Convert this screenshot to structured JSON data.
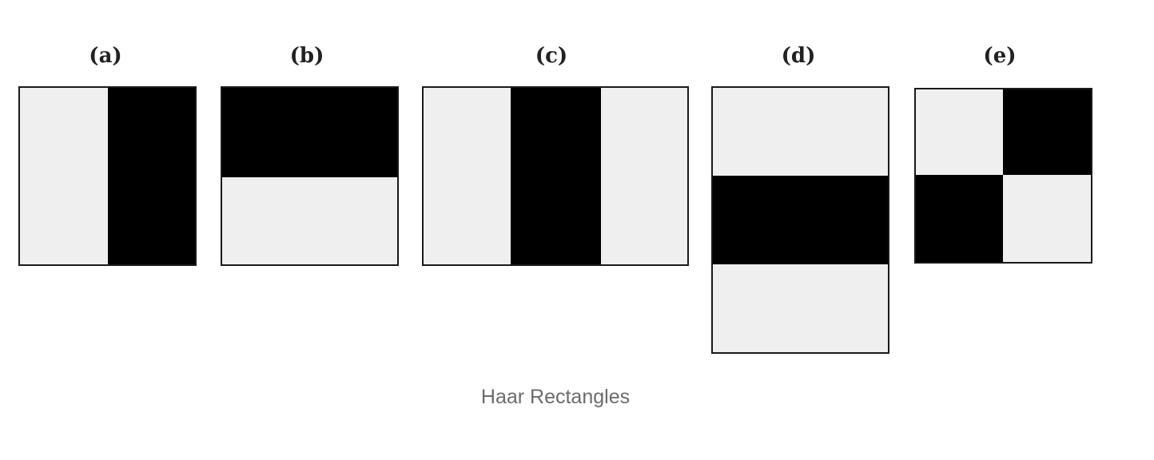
{
  "colors": {
    "light": "#efefef",
    "dark": "#000000",
    "border": "#1a1a1a",
    "caption": "#6b6b6b"
  },
  "features": [
    {
      "label": "(a)",
      "name": "two-rectangle-vertical-edge"
    },
    {
      "label": "(b)",
      "name": "two-rectangle-horizontal-edge"
    },
    {
      "label": "(c)",
      "name": "three-rectangle-vertical-line"
    },
    {
      "label": "(d)",
      "name": "three-rectangle-horizontal-line"
    },
    {
      "label": "(e)",
      "name": "four-rectangle-diagonal"
    }
  ],
  "caption": "Haar Rectangles"
}
